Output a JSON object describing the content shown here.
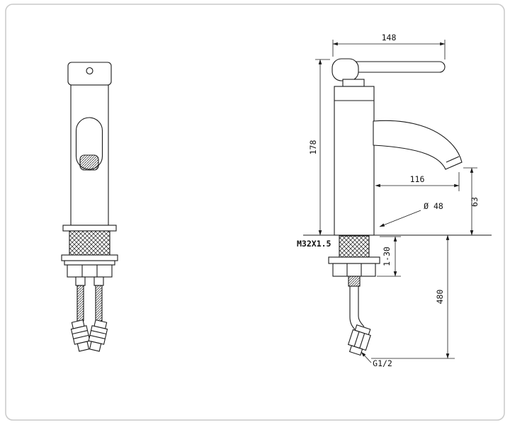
{
  "page": {
    "background": "#ffffff",
    "line_color": "#1a1a1a",
    "frame_color": "#c9c9c9"
  },
  "dimensions": {
    "spout_length": "148",
    "height_above_deck": "178",
    "spout_reach": "116",
    "outlet_height": "63",
    "body_diameter": "Ø 48",
    "body_thread": "M32X1.5",
    "deck_thickness": "1-30",
    "hose_length": "480",
    "inlet_thread": "G1/2"
  }
}
